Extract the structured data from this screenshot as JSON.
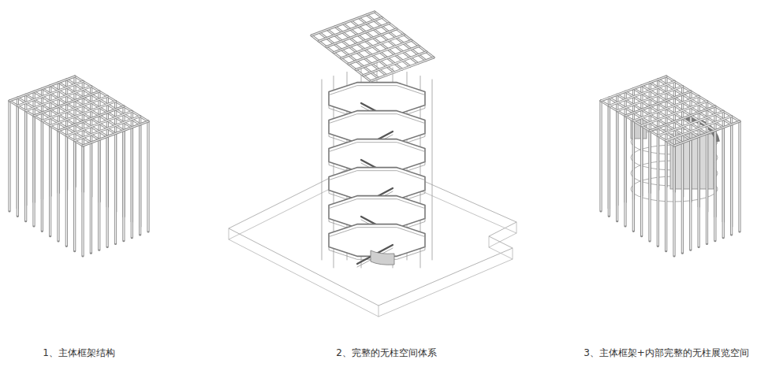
{
  "diagram": {
    "labels": [
      "1、主体框架结构",
      "2、完整的无柱空间体系",
      "3、主体框架+内部完整的无柱展览空间"
    ]
  }
}
